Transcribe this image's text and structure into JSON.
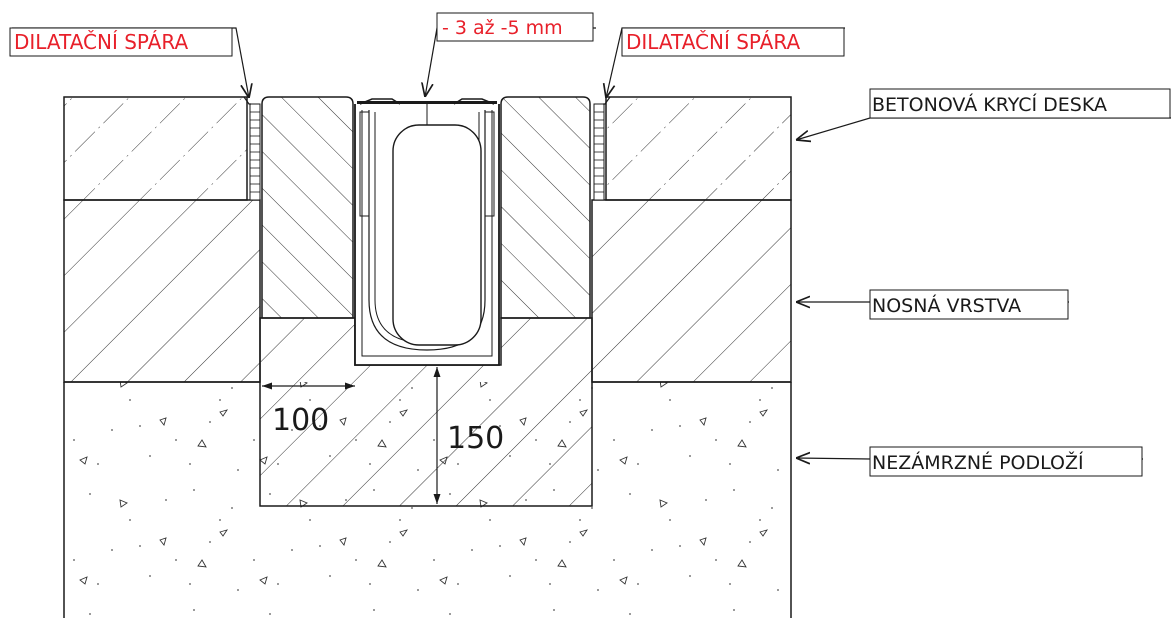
{
  "labels": {
    "expansion_joint_left": "DILATAČNÍ SPÁRA",
    "expansion_joint_right": "DILATAČNÍ SPÁRA",
    "tolerance": "- 3 až -5 mm",
    "cover_slab": "BETONOVÁ KRYCÍ DESKA",
    "base_layer": "NOSNÁ VRSTVA",
    "frost_subbase": "NEZÁMRZNÉ PODLOŽÍ"
  },
  "dimensions": {
    "side_width": "100",
    "bottom_depth": "150"
  },
  "colors": {
    "annotation_red": "#e8202a",
    "line": "#1a1a1a"
  }
}
